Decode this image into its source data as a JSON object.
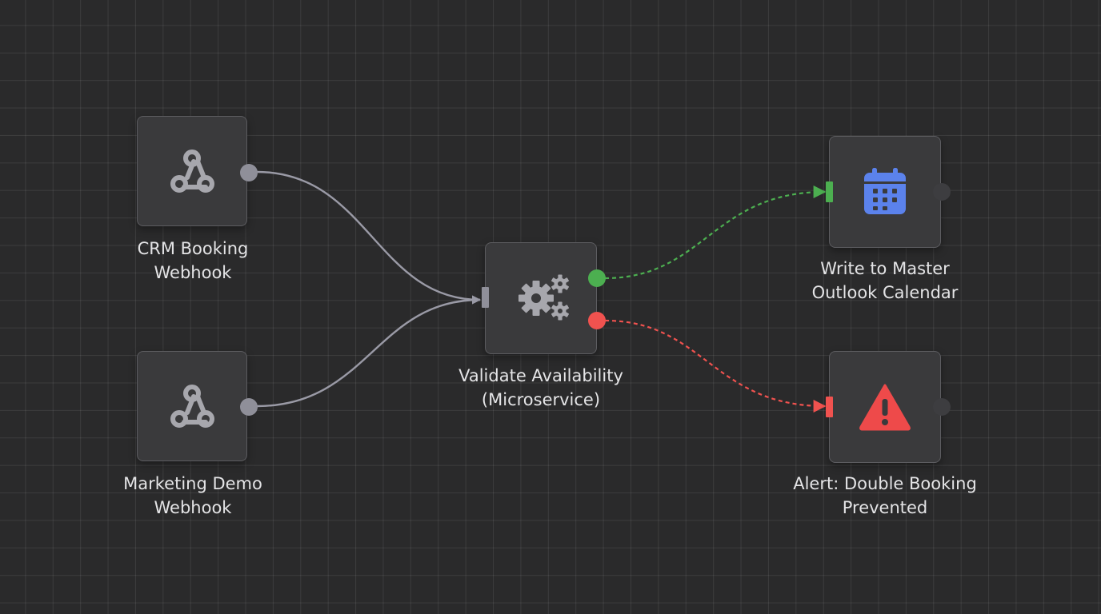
{
  "workflow": {
    "nodes": {
      "crm_webhook": {
        "label_line1": "CRM Booking",
        "label_line2": "Webhook",
        "icon": "webhook-icon"
      },
      "marketing_webhook": {
        "label_line1": "Marketing Demo",
        "label_line2": "Webhook",
        "icon": "webhook-icon"
      },
      "validate": {
        "label_line1": "Validate Availability",
        "label_line2": "(Microservice)",
        "icon": "gears-icon"
      },
      "write_calendar": {
        "label_line1": "Write to Master",
        "label_line2": "Outlook Calendar",
        "icon": "calendar-icon"
      },
      "alert": {
        "label_line1": "Alert: Double Booking",
        "label_line2": "Prevented",
        "icon": "warning-icon"
      }
    },
    "connections": [
      {
        "from": "CRM Booking Webhook",
        "to": "Validate Availability (Microservice)",
        "style": "solid"
      },
      {
        "from": "Marketing Demo Webhook",
        "to": "Validate Availability (Microservice)",
        "style": "solid"
      },
      {
        "from": "Validate Availability (Microservice)",
        "to": "Write to Master Outlook Calendar",
        "style": "dashed",
        "branch": "success"
      },
      {
        "from": "Validate Availability (Microservice)",
        "to": "Alert: Double Booking Prevented",
        "style": "dashed",
        "branch": "error"
      }
    ]
  },
  "colors": {
    "background": "#2a2a2b",
    "node_fill": "#3a3a3c",
    "edge_default": "#9a9aa6",
    "success": "#4caf50",
    "error": "#f0524f",
    "calendar_icon": "#5b82ec",
    "warning_icon": "#ee4a4a",
    "neutral_icon": "#a7a7ad"
  }
}
